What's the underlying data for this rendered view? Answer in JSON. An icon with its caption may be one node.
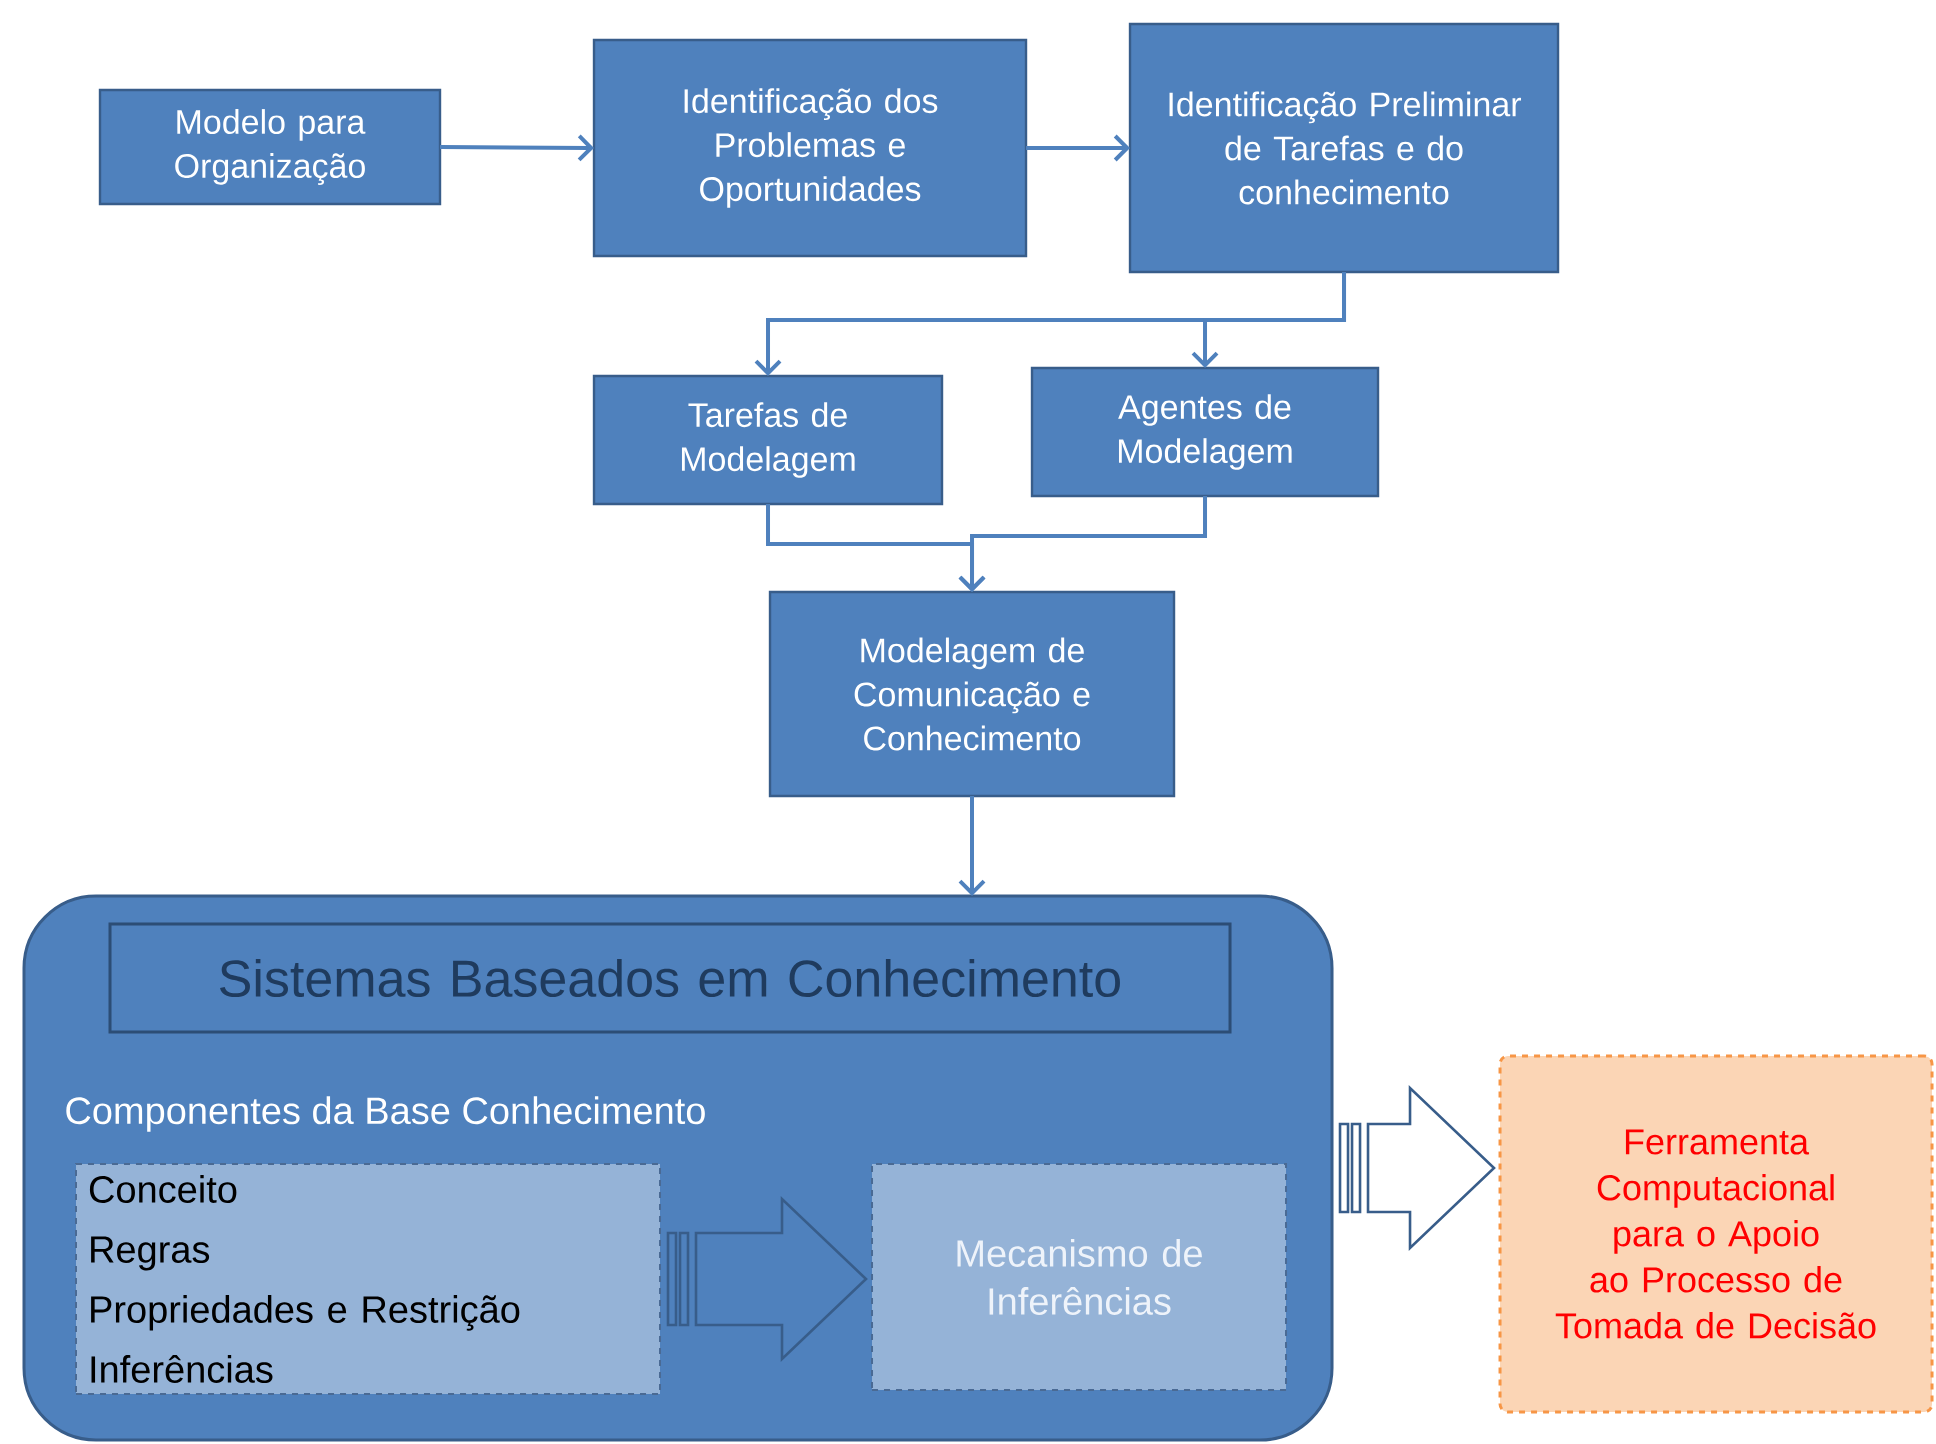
{
  "diagram": {
    "nodes": [
      {
        "text": [
          "Modelo para Organização"
        ]
      },
      {
        "text": [
          "Identificação dos Problemas e Oportunidades"
        ]
      },
      {
        "text": [
          "Identificação Preliminar de Tarefas e do conhecimento"
        ]
      },
      {
        "text": [
          "Tarefas de Modelagem"
        ]
      },
      {
        "text": [
          "Agentes de Modelagem"
        ]
      },
      {
        "text": [
          "Modelagem de Comunicação e Conhecimento"
        ]
      },
      {
        "text": [
          "Componentes da Base Conhecimento"
        ]
      },
      {
        "text": [
          "Sistemas Baseados em Conhecimento"
        ],
        "in": 6
      },
      {
        "text": [
          "Conceito",
          "Regras",
          "Propriedades e Restrição",
          "Inferências"
        ],
        "in": 6
      },
      {
        "text": [
          "Mecanismo de Inferências"
        ],
        "in": 6
      },
      {
        "text": [
          "Ferramenta Computacional para o Apoio ao Processo de Tomada de Decisão"
        ]
      }
    ],
    "edges": [
      {
        "from": 0,
        "to": 1,
        "arrow": "to"
      },
      {
        "from": 1,
        "to": 2,
        "arrow": "to"
      },
      {
        "from": 2,
        "to": 3,
        "arrow": "to"
      },
      {
        "from": 2,
        "to": 4,
        "arrow": "to"
      },
      {
        "from": 3,
        "to": 5,
        "arrow": "to"
      },
      {
        "from": 4,
        "to": 5,
        "arrow": "to"
      },
      {
        "from": 5,
        "to": 6,
        "arrow": "to"
      },
      {
        "from": 8,
        "to": 9,
        "arrow": "to",
        "style": "thick"
      },
      {
        "from": 6,
        "to": 10,
        "arrow": "to",
        "style": "thick",
        "color": "#ffffff"
      }
    ]
  }
}
